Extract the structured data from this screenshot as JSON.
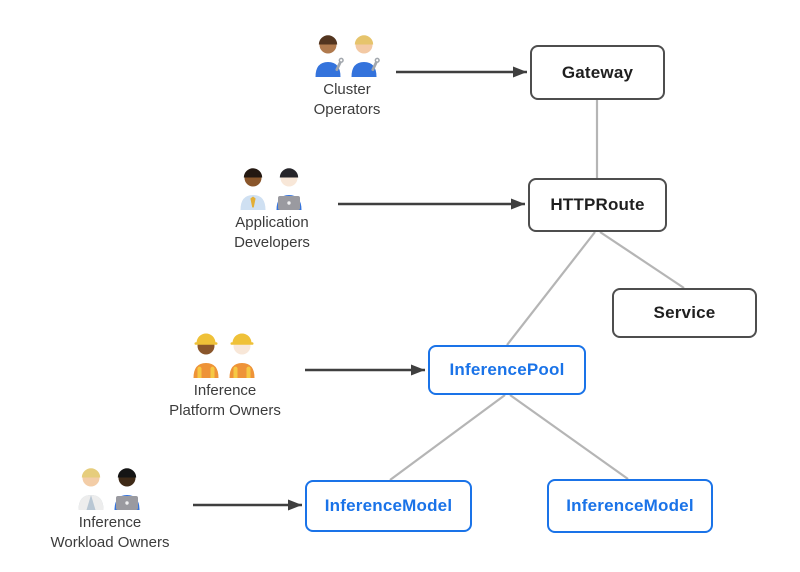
{
  "diagram": {
    "background": "#ffffff",
    "personas": [
      {
        "id": "cluster-operators",
        "label_lines": [
          "Cluster",
          "Operators"
        ],
        "emoji": "👨🏽‍🔧 👩🏼‍🔧",
        "icon": "mechanics-pair-icon"
      },
      {
        "id": "application-developers",
        "label_lines": [
          "Application",
          "Developers"
        ],
        "emoji": "👨🏾‍💼 👩🏻‍💻",
        "icon": "developers-pair-icon"
      },
      {
        "id": "inference-platform-owners",
        "label_lines": [
          "Inference",
          "Platform Owners"
        ],
        "emoji": "👷🏾‍♀️ 👷🏻",
        "icon": "construction-workers-pair-icon"
      },
      {
        "id": "inference-workload-owners",
        "label_lines": [
          "Inference",
          "Workload Owners"
        ],
        "emoji": "🧑🏼‍⚕️ 👨🏿‍💻",
        "icon": "workload-owners-pair-icon"
      }
    ],
    "nodes": [
      {
        "id": "gateway",
        "label": "Gateway",
        "variant": "gray"
      },
      {
        "id": "httproute",
        "label": "HTTPRoute",
        "variant": "gray"
      },
      {
        "id": "service",
        "label": "Service",
        "variant": "gray"
      },
      {
        "id": "inferencepool",
        "label": "InferencePool",
        "variant": "blue"
      },
      {
        "id": "inferencemodel-1",
        "label": "InferenceModel",
        "variant": "blue"
      },
      {
        "id": "inferencemodel-2",
        "label": "InferenceModel",
        "variant": "blue"
      }
    ],
    "edges": [
      {
        "from": "gateway",
        "to": "httproute"
      },
      {
        "from": "httproute",
        "to": "inferencepool"
      },
      {
        "from": "httproute",
        "to": "service"
      },
      {
        "from": "inferencepool",
        "to": "inferencemodel-1"
      },
      {
        "from": "inferencepool",
        "to": "inferencemodel-2"
      }
    ],
    "persona_arrows": [
      {
        "from": "cluster-operators",
        "to": "gateway"
      },
      {
        "from": "application-developers",
        "to": "httproute"
      },
      {
        "from": "inference-platform-owners",
        "to": "inferencepool"
      },
      {
        "from": "inference-workload-owners",
        "to": "inferencemodel-1"
      }
    ],
    "colors": {
      "blue_accent": "#1a73e8",
      "gray_box_border": "#4e4e4e",
      "gray_box_text": "#1f1f1f",
      "connector_gray": "#b5b5b5",
      "arrow_dark": "#3f3f3f",
      "persona_label_text": "#3c3c3c"
    }
  }
}
